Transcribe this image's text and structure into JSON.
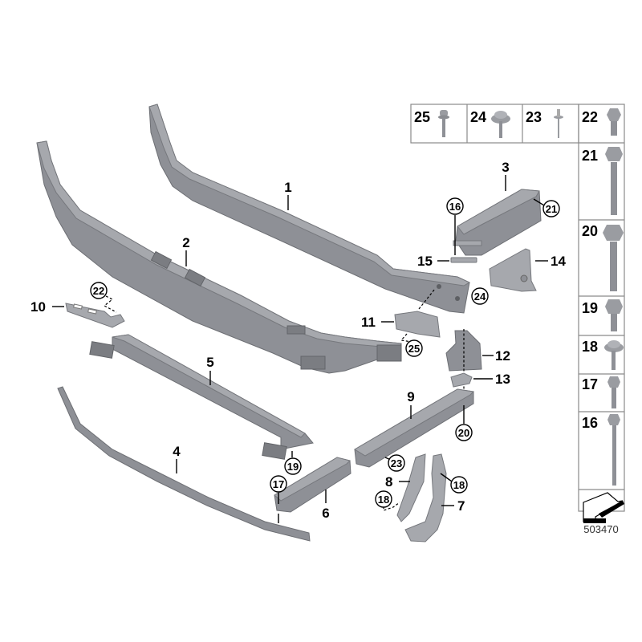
{
  "diagram": {
    "type": "exploded-parts-diagram",
    "diagram_number": "503470",
    "callouts": [
      {
        "id": "1",
        "label": "1",
        "style": "plain"
      },
      {
        "id": "2",
        "label": "2",
        "style": "plain"
      },
      {
        "id": "3",
        "label": "3",
        "style": "plain"
      },
      {
        "id": "4",
        "label": "4",
        "style": "plain"
      },
      {
        "id": "5",
        "label": "5",
        "style": "plain"
      },
      {
        "id": "6",
        "label": "6",
        "style": "plain"
      },
      {
        "id": "7",
        "label": "7",
        "style": "plain"
      },
      {
        "id": "8",
        "label": "8",
        "style": "plain"
      },
      {
        "id": "9",
        "label": "9",
        "style": "plain"
      },
      {
        "id": "10",
        "label": "10",
        "style": "plain"
      },
      {
        "id": "11",
        "label": "11",
        "style": "plain"
      },
      {
        "id": "12",
        "label": "12",
        "style": "plain"
      },
      {
        "id": "13",
        "label": "13",
        "style": "plain"
      },
      {
        "id": "14",
        "label": "14",
        "style": "plain"
      },
      {
        "id": "15",
        "label": "15",
        "style": "plain"
      }
    ],
    "circled_callouts": [
      {
        "id": "c16",
        "label": "16"
      },
      {
        "id": "c21",
        "label": "21"
      },
      {
        "id": "c24",
        "label": "24"
      },
      {
        "id": "c22",
        "label": "22"
      },
      {
        "id": "c25",
        "label": "25"
      },
      {
        "id": "c20",
        "label": "20"
      },
      {
        "id": "c19",
        "label": "19"
      },
      {
        "id": "c17",
        "label": "17"
      },
      {
        "id": "c23",
        "label": "23"
      },
      {
        "id": "c18a",
        "label": "18"
      },
      {
        "id": "c18b",
        "label": "18"
      }
    ]
  },
  "fastener_legend": {
    "top_row": [
      {
        "number": "25",
        "icon": "torx-flange-bolt-icon"
      },
      {
        "number": "24",
        "icon": "torx-washer-screw-icon"
      },
      {
        "number": "23",
        "icon": "blind-rivet-icon"
      },
      {
        "number": "22",
        "icon": "hex-flange-screw-icon"
      }
    ],
    "column": [
      {
        "number": "21",
        "icon": "hex-flange-bolt-long-icon"
      },
      {
        "number": "20",
        "icon": "hex-flange-bolt-icon"
      },
      {
        "number": "19",
        "icon": "hex-flange-screw-short-icon"
      },
      {
        "number": "18",
        "icon": "torx-washer-screw-icon"
      },
      {
        "number": "17",
        "icon": "hex-bolt-small-icon"
      },
      {
        "number": "16",
        "icon": "hex-bolt-extra-long-icon"
      }
    ],
    "navigation_icon": "arrow-back-icon"
  }
}
